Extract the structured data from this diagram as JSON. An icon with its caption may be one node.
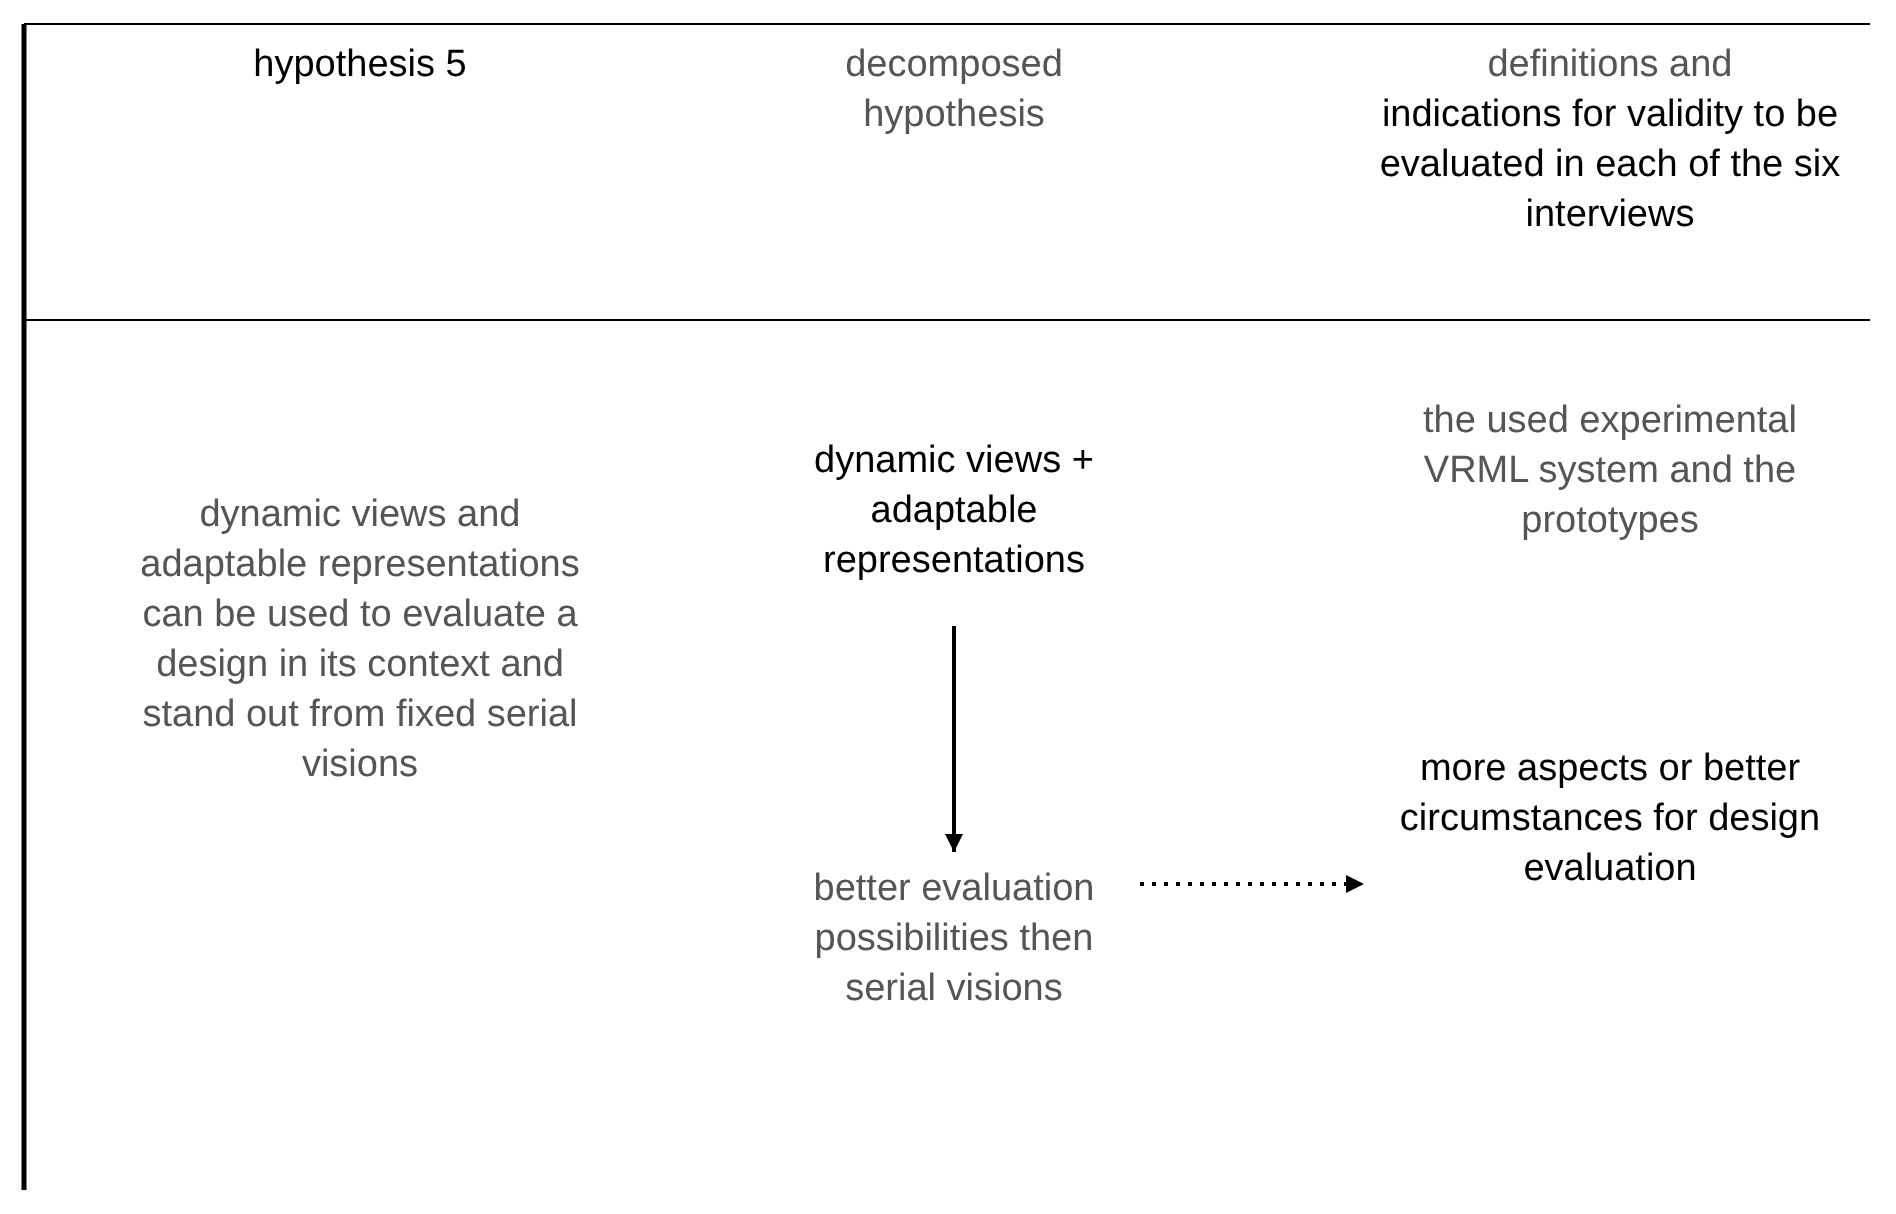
{
  "diagram": {
    "nodes": [
      {
        "text": [
          "dynamic views + adaptable representations"
        ]
      },
      {
        "text": [
          "better evaluation possibilities then serial visions"
        ]
      },
      {
        "text": [
          "more aspects or better circumstances for design evaluation"
        ]
      }
    ],
    "edges": [
      {
        "from": 0,
        "to": 1,
        "arrow": "to"
      },
      {
        "from": 1,
        "to": 2,
        "arrow": "to",
        "style": "dashed"
      }
    ],
    "labels": [
      "hypothesis 5",
      "decomposed hypothesis",
      "definitions and",
      "indications for validity to be evaluated in each of the six interviews",
      "dynamic views and adaptable representations can be used to evaluate a design in its context and stand out from fixed serial visions",
      "the used experimental VRML system and the prototypes"
    ]
  }
}
